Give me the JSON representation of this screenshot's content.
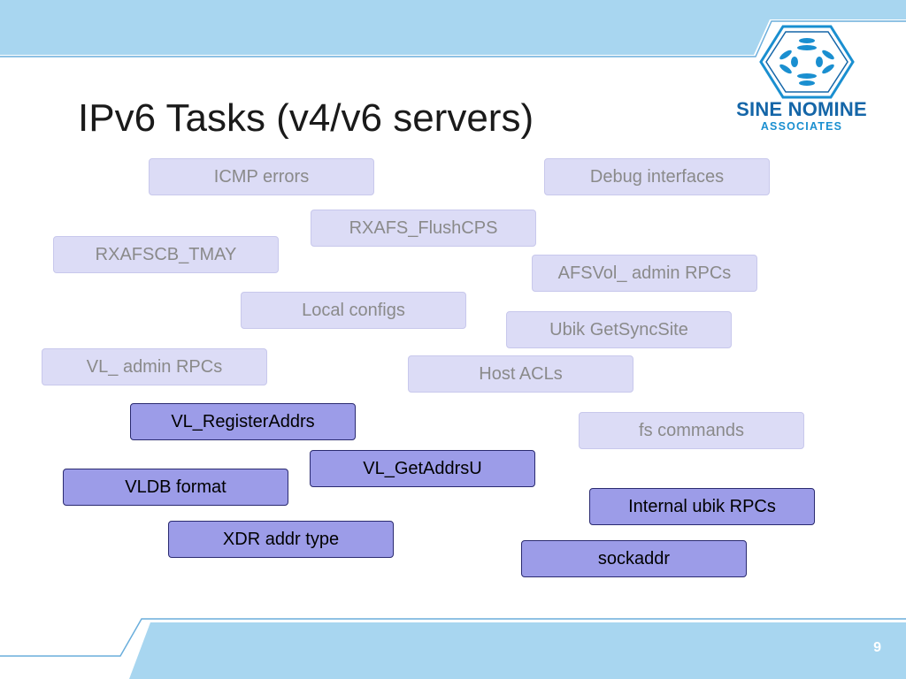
{
  "slide": {
    "title": "IPv6 Tasks (v4/v6 servers)",
    "page_number": "9",
    "theme_colors": {
      "band": "#a8d6f0",
      "band_edge": "#6aaedc",
      "light_box": "#dcdcf6",
      "dark_box": "#9c9ce8",
      "dark_border": "#2a2a70"
    }
  },
  "logo": {
    "name": "SINE NOMINE",
    "subtitle": "ASSOCIATES",
    "icon": "hexagon-logo-icon"
  },
  "tasks": {
    "icmp_errors": "ICMP errors",
    "debug_interfaces": "Debug interfaces",
    "rxafs_flushcps": "RXAFS_FlushCPS",
    "rxafscb_tmay": "RXAFSCB_TMAY",
    "afsvol_admin_rpcs": "AFSVol_ admin RPCs",
    "local_configs": "Local configs",
    "ubik_getsyncsite": "Ubik GetSyncSite",
    "vl_admin_rpcs": "VL_ admin RPCs",
    "host_acls": "Host ACLs",
    "vl_registeraddrs": "VL_RegisterAddrs",
    "fs_commands": "fs commands",
    "vl_getaddrsu": "VL_GetAddrsU",
    "vldb_format": "VLDB format",
    "internal_ubik_rpcs": "Internal ubik RPCs",
    "xdr_addr_type": "XDR addr type",
    "sockaddr": "sockaddr"
  }
}
